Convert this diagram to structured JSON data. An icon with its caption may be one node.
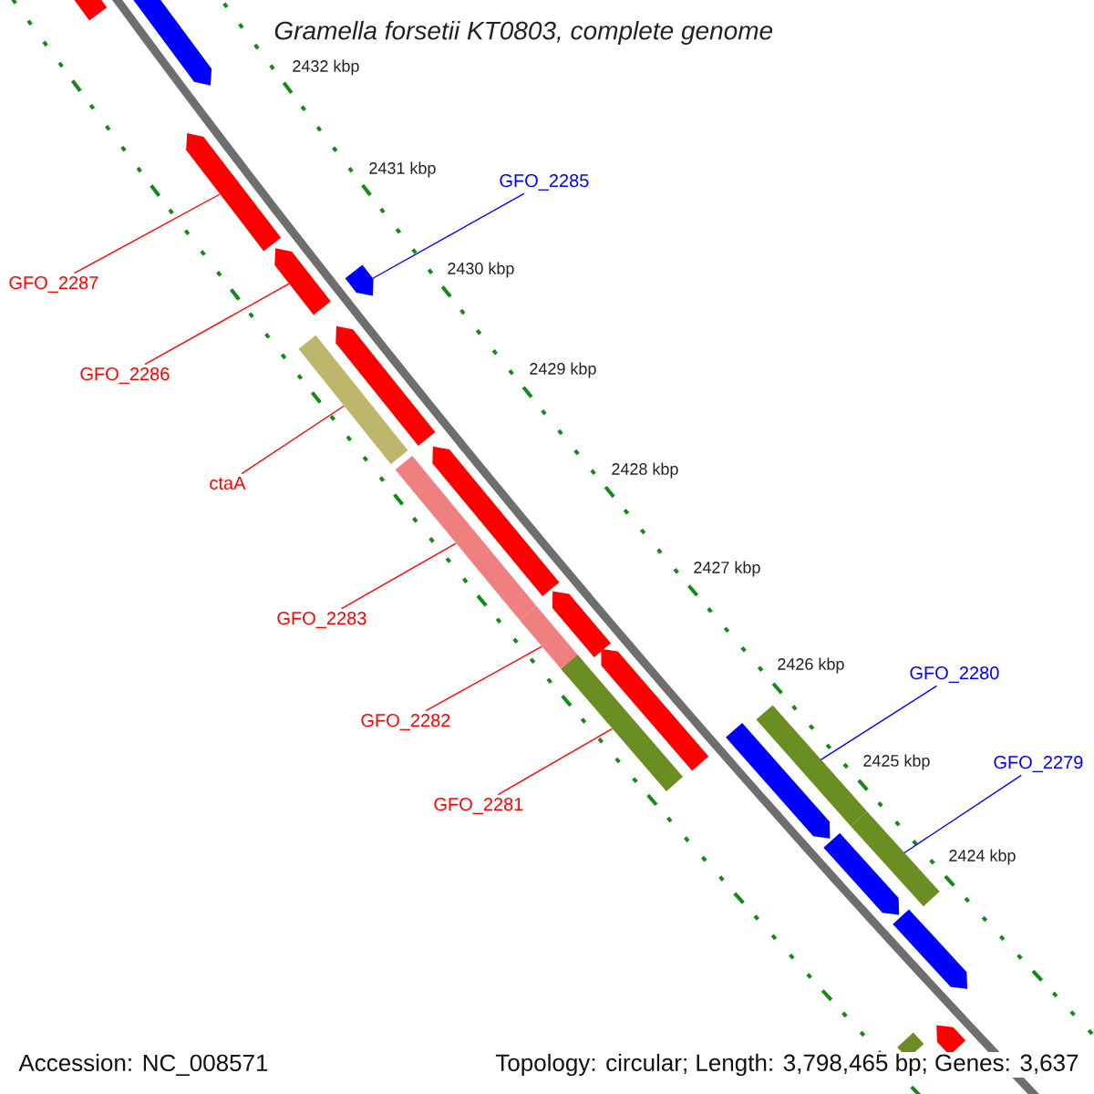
{
  "diagram": {
    "title": "Gramella forsetii KT0803, complete genome",
    "nodes": [
      {
        "text": [
          "GFO_2285"
        ]
      },
      {
        "text": [
          "GFO_2287"
        ]
      },
      {
        "text": [
          "GFO_2286"
        ]
      },
      {
        "text": [
          "ctaA"
        ]
      },
      {
        "text": [
          "GFO_2283"
        ]
      },
      {
        "text": [
          "GFO_2282"
        ]
      },
      {
        "text": [
          "GFO_2281"
        ]
      },
      {
        "text": [
          "GFO_2280"
        ]
      },
      {
        "text": [
          "GFO_2279"
        ]
      },
      {
        "text": [],
        "shape": "box"
      },
      {
        "text": [],
        "shape": "box"
      },
      {
        "text": [],
        "shape": "box"
      },
      {
        "text": [],
        "shape": "box"
      },
      {
        "text": [],
        "shape": "box"
      },
      {
        "text": [],
        "shape": "box"
      },
      {
        "text": [],
        "shape": "bar"
      },
      {
        "text": [],
        "shape": "box"
      },
      {
        "text": [],
        "shape": "bar"
      },
      {
        "text": [],
        "shape": "box"
      },
      {
        "text": [],
        "shape": "bar"
      },
      {
        "text": [],
        "shape": "box"
      },
      {
        "text": [],
        "shape": "bar"
      },
      {
        "text": [],
        "shape": "box"
      },
      {
        "text": [],
        "shape": "bar"
      },
      {
        "text": [],
        "shape": "box"
      },
      {
        "text": [],
        "shape": "bar"
      },
      {
        "text": [],
        "shape": "box"
      },
      {
        "text": [],
        "shape": "box"
      },
      {
        "text": [],
        "shape": "bar"
      }
    ],
    "edges": [
      {
        "from": 0,
        "to": 13,
        "arrow": "none",
        "color": "#0000ff"
      },
      {
        "from": 1,
        "to": 11,
        "arrow": "none"
      },
      {
        "from": 2,
        "to": 12,
        "arrow": "none"
      },
      {
        "from": 3,
        "to": 15,
        "arrow": "none"
      },
      {
        "from": 4,
        "to": 17,
        "arrow": "none"
      },
      {
        "from": 5,
        "to": 19,
        "arrow": "none"
      },
      {
        "from": 6,
        "to": 21,
        "arrow": "none"
      },
      {
        "from": 7,
        "to": 23,
        "arrow": "none",
        "color": "#0000ff"
      },
      {
        "from": 8,
        "to": 25,
        "arrow": "none",
        "color": "#0000ff"
      }
    ],
    "labels": [
      "2432 kbp",
      "2431 kbp",
      "2430 kbp",
      "2429 kbp",
      "2428 kbp",
      "2427 kbp",
      "2426 kbp",
      "2425 kbp",
      "2424 kbp",
      "Accession: NC_008571",
      "Topology: circular; Length: 3,798,465 bp; Genes: 3,637"
    ]
  }
}
